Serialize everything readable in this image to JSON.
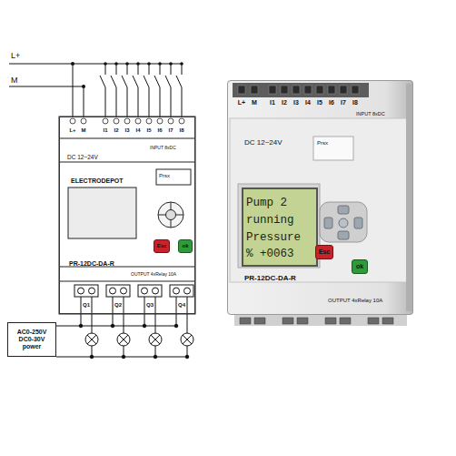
{
  "diagram": {
    "nodes": [
      {
        "text": [
          "DC 12~24V",
          "ELECTRODEPOT",
          "PR-12DC-DA-R",
          "OUTPUT 4xRelay 10A"
        ]
      },
      {
        "text": [
          "Esc"
        ],
        "in": 0
      },
      {
        "text": [
          "ok"
        ],
        "in": 0
      },
      {
        "text": [
          "DC 12~24V",
          "PR-12DC-DA-R",
          "OUTPUT 4xRelay 10A"
        ]
      },
      {
        "text": [
          "Pump 2 running Pressure % +0063"
        ],
        "in": 3
      },
      {
        "text": [
          "Esc"
        ],
        "in": 3
      },
      {
        "text": [
          "ok"
        ],
        "in": 3
      },
      {
        "text": [
          "AC0-250V DC0-30V power"
        ]
      }
    ],
    "labels": [
      "L+",
      "M",
      "L+",
      "M",
      "I1",
      "I2",
      "I3",
      "I4",
      "I5",
      "I6",
      "I7",
      "I8",
      "INPUT 8xDC",
      "Prsx",
      "Q1",
      "Q2",
      "Q3",
      "Q4",
      "L+",
      "M",
      "I1",
      "I2",
      "I3",
      "I4",
      "I5",
      "I6",
      "I7",
      "I8",
      "INPUT 8xDC",
      "Prsx"
    ]
  }
}
